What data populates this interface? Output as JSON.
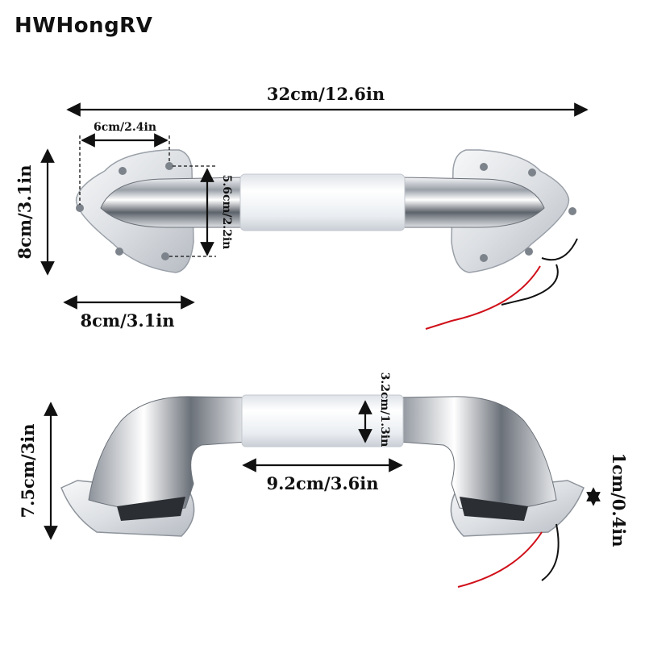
{
  "brand": "HWHongRV",
  "dimensions": {
    "total_length": "32cm/12.6in",
    "screw_spacing_horizontal": "6cm/2.4in",
    "screw_spacing_vertical": "5.6cm/2.2in",
    "base_height": "8cm/3.1in",
    "base_width": "8cm/3.1in",
    "tube_diameter": "3.2cm/1.3in",
    "grip_length": "9.2cm/3.6in",
    "handle_height": "7.5cm/3in",
    "base_thickness": "1cm/0.4in"
  },
  "colors": {
    "chrome": "#c8ccd2",
    "frosted_tube": "#eef1f4",
    "wire_red": "#d0101a",
    "wire_black": "#111111"
  }
}
